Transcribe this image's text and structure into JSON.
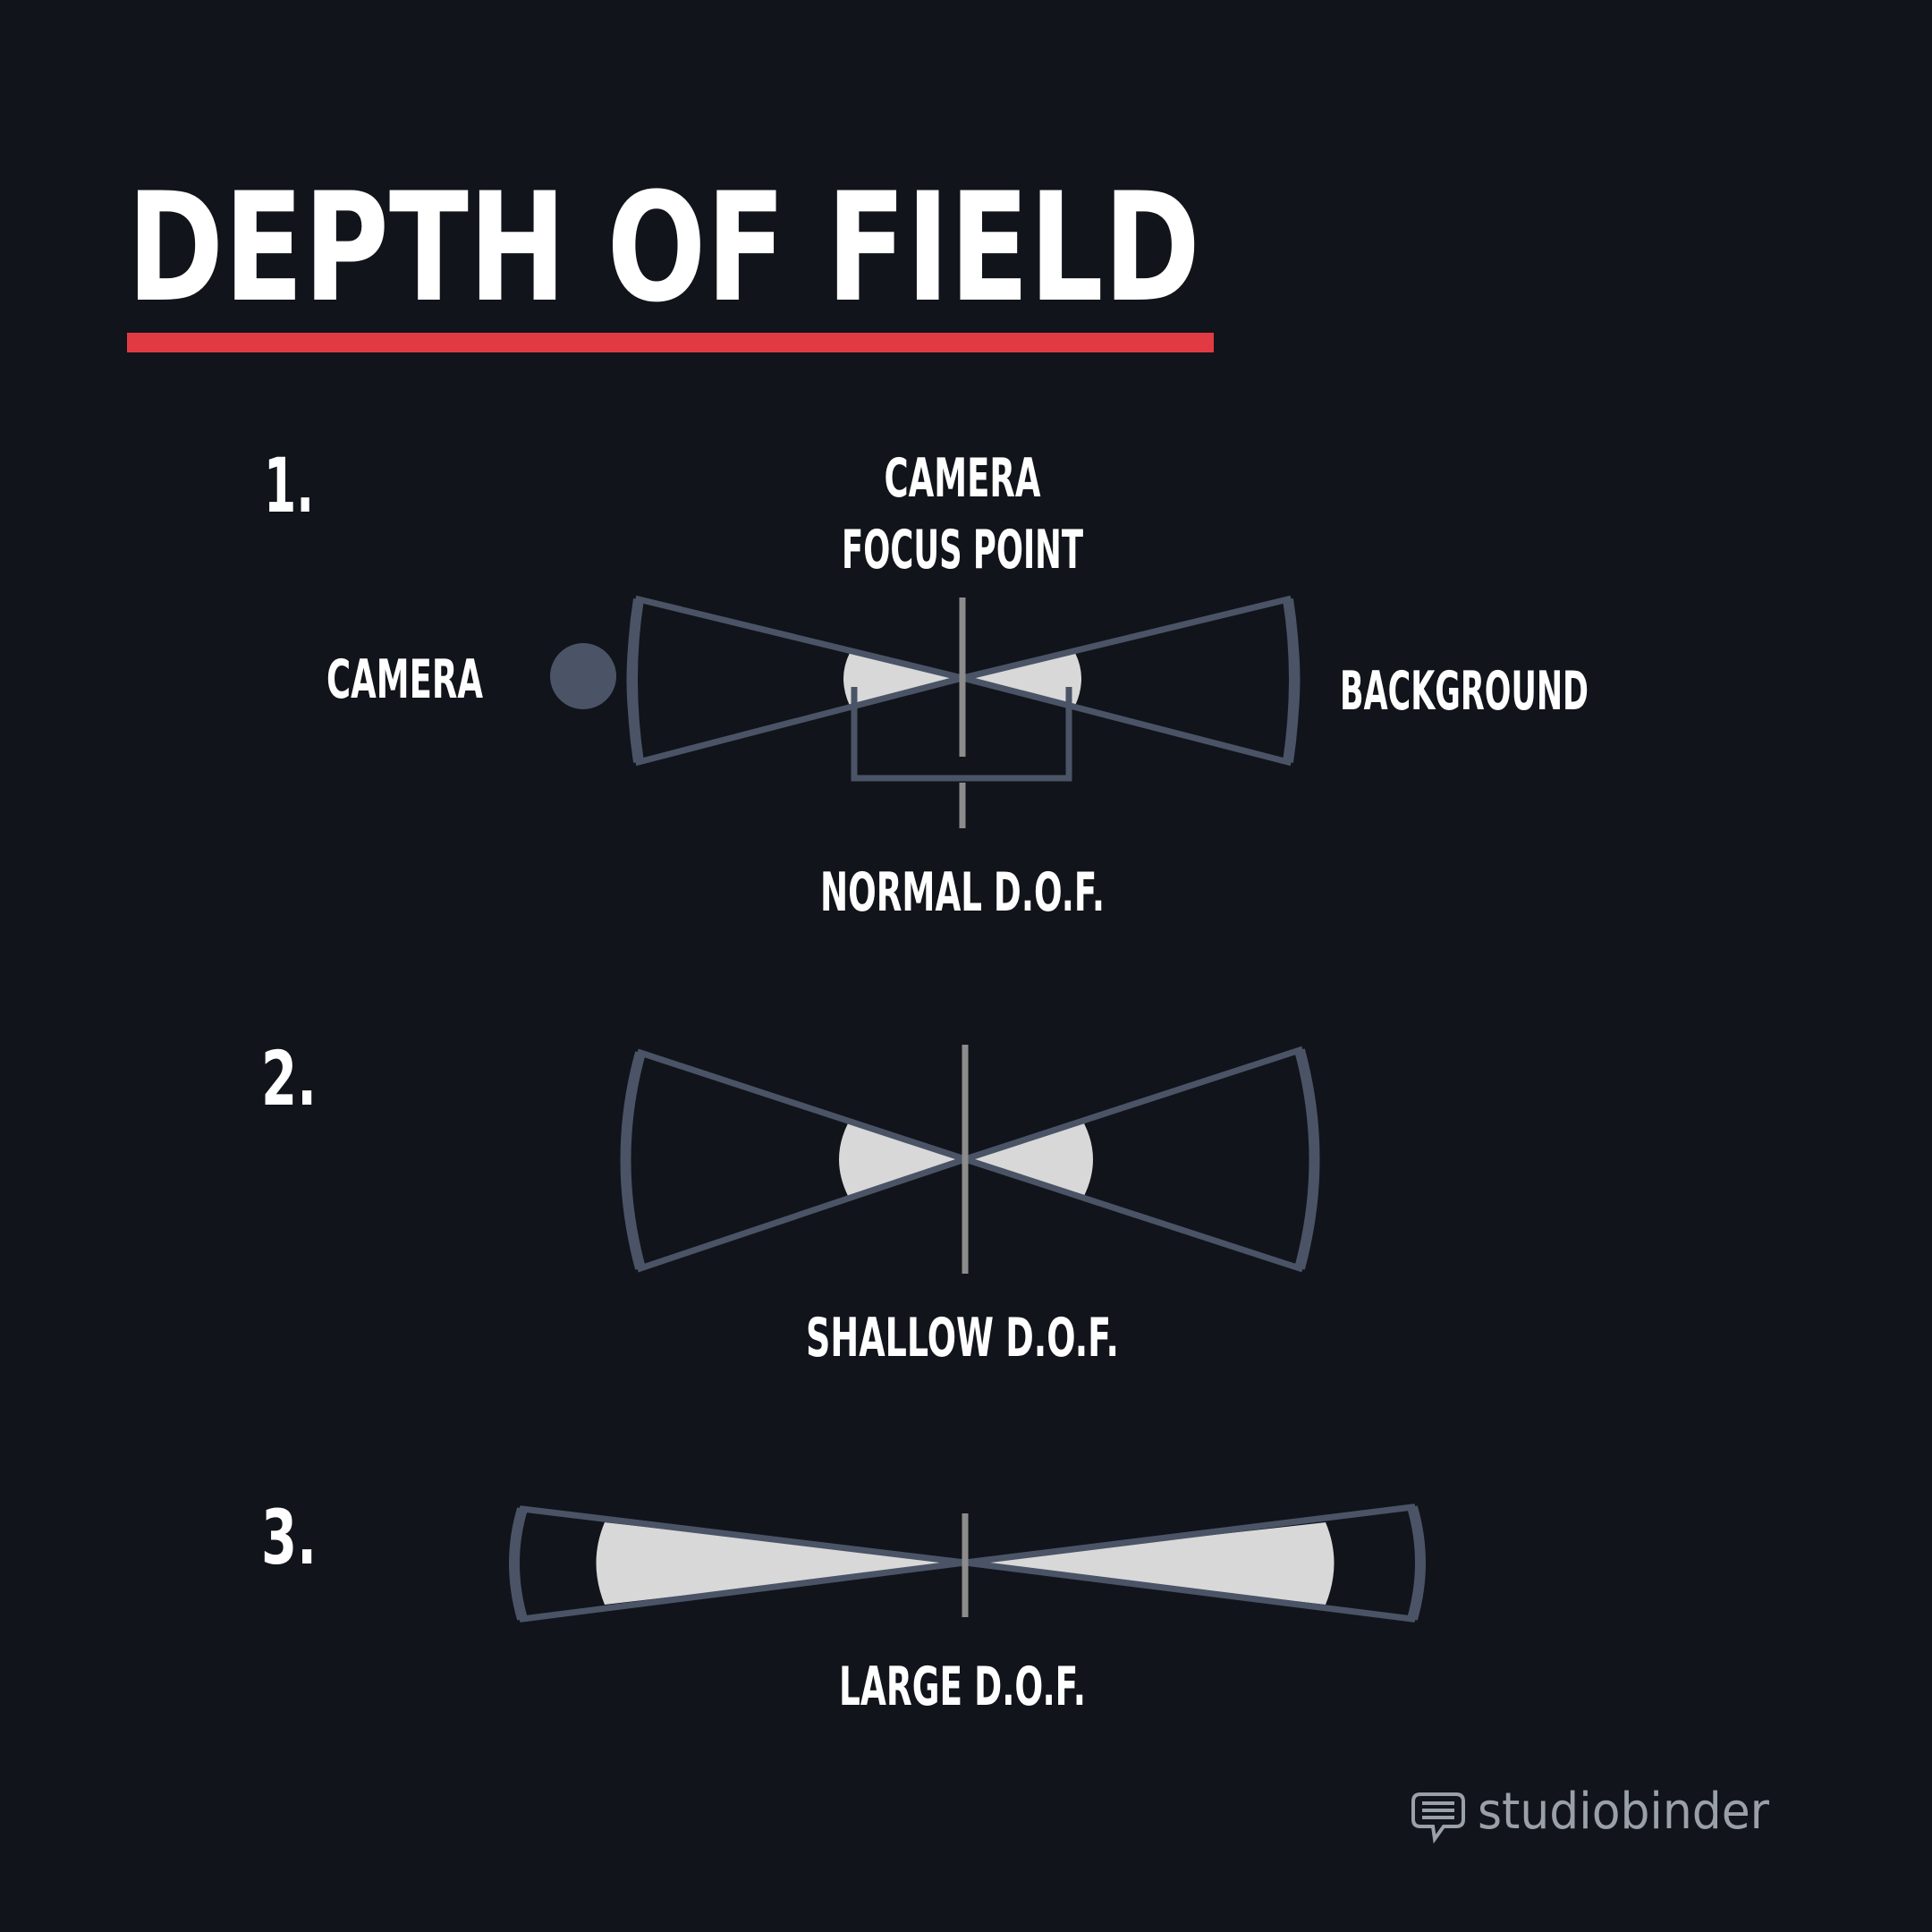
{
  "title": "DEPTH OF FIELD",
  "colors": {
    "background": "#11141a",
    "title_underline": "#e23a43",
    "frame_stroke": "#4a5466",
    "focus_line": "#8c8c8c",
    "in_focus_fill": "#d8d8d8",
    "camera_dot": "#4a5466",
    "text": "#ffffff",
    "brand": "#9aa0a8"
  },
  "diagrams": [
    {
      "number": "1.",
      "caption": "NORMAL D.O.F.",
      "labels": {
        "focus_point": [
          "CAMERA",
          "FOCUS POINT"
        ],
        "camera": "CAMERA",
        "background": "BACKGROUND"
      }
    },
    {
      "number": "2.",
      "caption": "SHALLOW D.O.F."
    },
    {
      "number": "3.",
      "caption": "LARGE D.O.F."
    }
  ],
  "brand": {
    "name": "studiobinder",
    "icon": "speech-bubble-icon"
  }
}
